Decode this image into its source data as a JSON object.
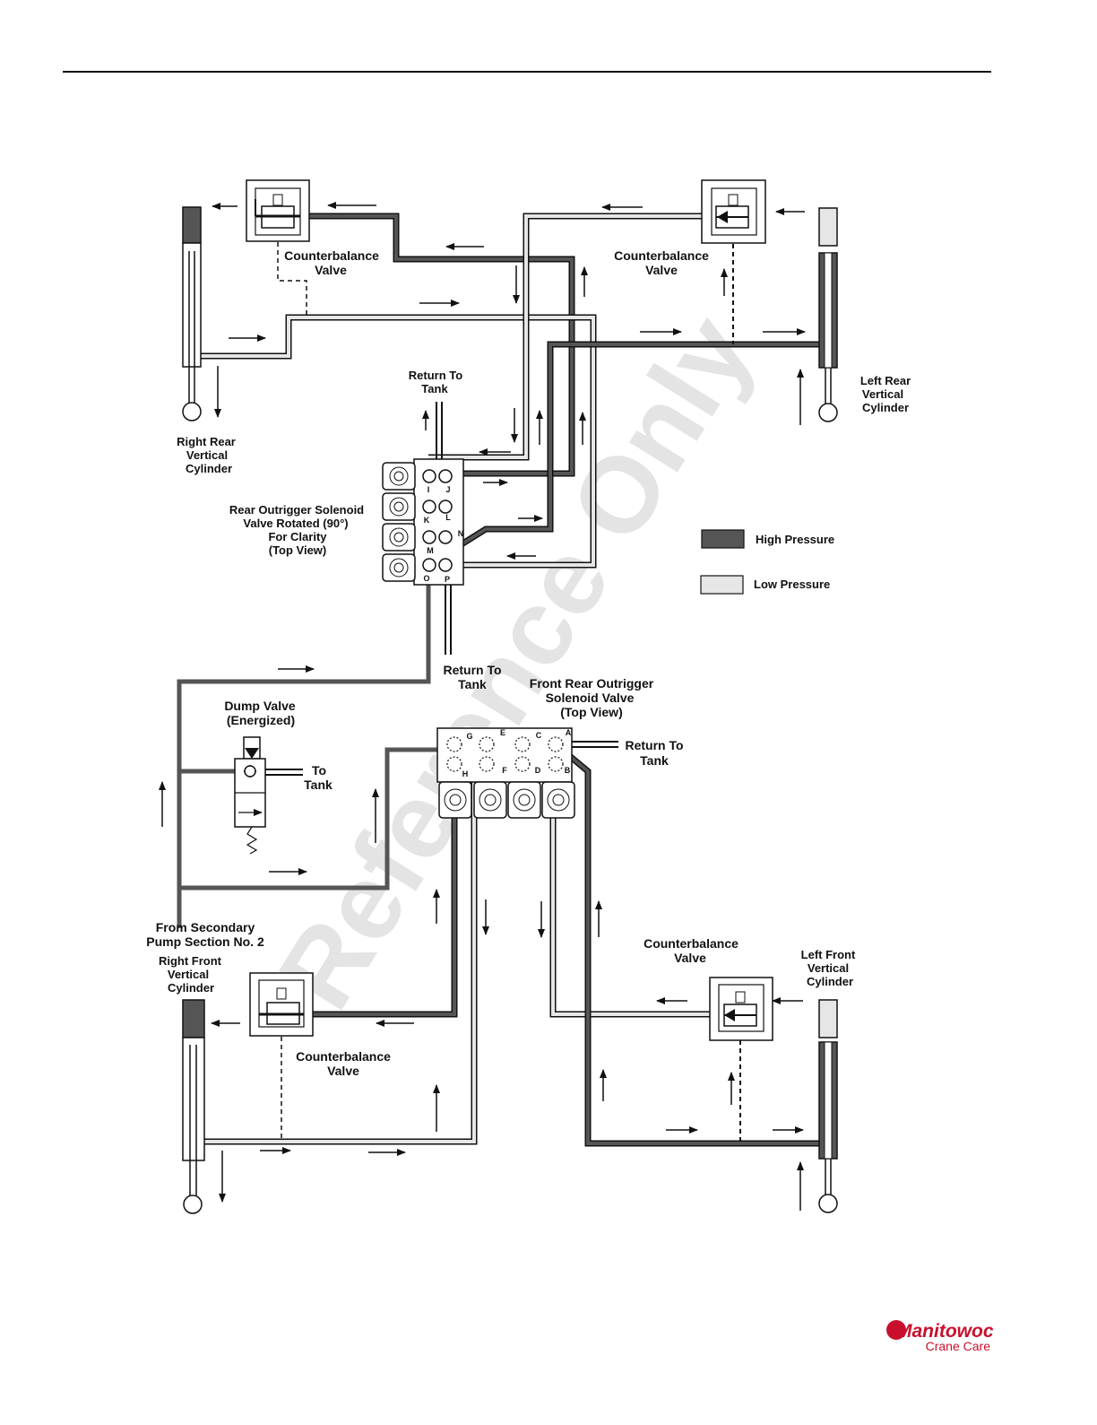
{
  "labels": {
    "cb_valve_rr": [
      "Counterbalance",
      "Valve"
    ],
    "cb_valve_lr": [
      "Counterbalance",
      "Valve"
    ],
    "cb_valve_rf": [
      "Counterbalance",
      "Valve"
    ],
    "cb_valve_lf": [
      "Counterbalance",
      "Valve"
    ],
    "right_rear_cyl": [
      "Right Rear",
      "Vertical",
      "Cylinder"
    ],
    "left_rear_cyl": [
      "Left Rear",
      "Vertical",
      "Cylinder"
    ],
    "right_front_cyl": [
      "Right Front",
      "Vertical",
      "Cylinder"
    ],
    "left_front_cyl": [
      "Left Front",
      "Vertical",
      "Cylinder"
    ],
    "return_tank_top": [
      "Return To",
      "Tank"
    ],
    "return_tank_mid": [
      "Return To",
      "Tank"
    ],
    "return_tank_right": [
      "Return To",
      "Tank"
    ],
    "rear_solenoid": [
      "Rear Outrigger Solenoid",
      "Valve Rotated (90°)",
      "For Clarity",
      "(Top View)"
    ],
    "front_solenoid": [
      "Front Rear Outrigger",
      "Solenoid Valve",
      "(Top View)"
    ],
    "dump_valve": [
      "Dump Valve",
      "(Energized)"
    ],
    "to_tank": [
      "To",
      "Tank"
    ],
    "from_secondary": [
      "From Secondary",
      "Pump Section No. 2"
    ]
  },
  "ports_rear": [
    "I",
    "J",
    "K",
    "L",
    "M",
    "N",
    "O",
    "P"
  ],
  "ports_front": [
    "G",
    "E",
    "C",
    "A",
    "H",
    "F",
    "D",
    "B"
  ],
  "legend": {
    "high": "High Pressure",
    "low": "Low Pressure",
    "high_color": "#555555",
    "low_color": "#e6e6e6"
  },
  "watermark": "Reference Only",
  "logo": {
    "brand": "Manitowoc",
    "sub": "Crane Care",
    "color": "#c8102e"
  }
}
